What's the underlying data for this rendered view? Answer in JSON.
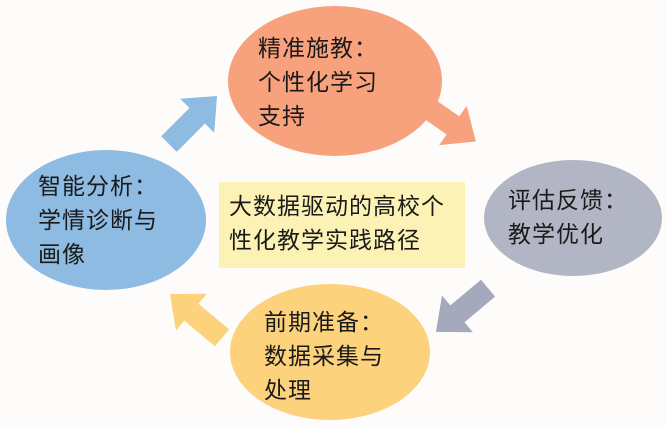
{
  "nodes": {
    "top": {
      "label": "精准施教：\n个性化学习\n支持"
    },
    "left": {
      "label": "智能分析：\n学情诊断与\n画像"
    },
    "right": {
      "label": "评估反馈：\n教学优化"
    },
    "bottom": {
      "label": "前期准备：\n数据采集与\n处理"
    }
  },
  "center": {
    "label": "大数据驱动的高校个\n性化教学实践路径"
  },
  "colors": {
    "top_node": "#f7a27c",
    "left_node": "#8dbbe2",
    "right_node": "#b2b6c4",
    "bottom_node": "#fcd27c",
    "center_box": "#fdf2b6",
    "arrow_up_left": "#8dbbe2",
    "arrow_down_right": "#f7a27c",
    "arrow_down_left": "#a4a9bc",
    "arrow_up_left_bottom": "#fcd27c"
  }
}
